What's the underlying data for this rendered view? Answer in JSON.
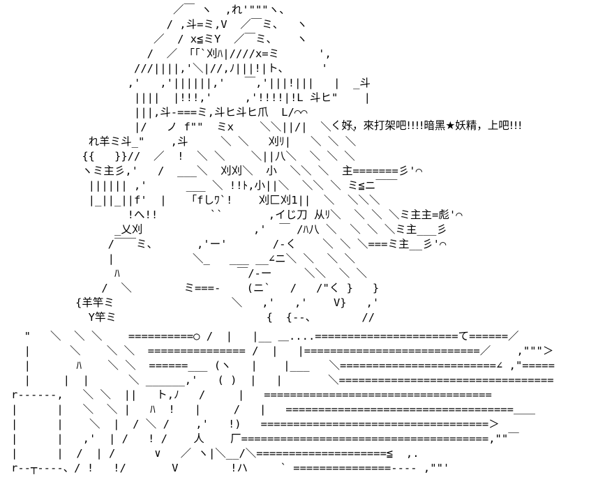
{
  "speech": "く好，來打架吧!!!!暗黑★妖精，上吧!!!",
  "art_lines": [
    "                  ／￣ ヽ  ,れ'\"\"\"ヽ、",
    "                 / ,斗=ミ,V  ／￣ミ、  ヽ",
    "               ／  / x≦ミY  ／￣ミ、   ヽ",
    "              /  ／ 「｢`刈ﾊ|////x=ミ      ',",
    "            ///||||,'＼|//,ﾉ|||!|ト、     '",
    "           ,'   ,'||||||,'   ￣,'|||!|||   |  _斗",
    "            ||||  |!!!,'     ,'!!!!|!L 斗ヒ\"    |",
    "            |||,斗-===ミ,斗ヒ斗ヒ爪  L/⌒⌒",
    "            |/   ノ f\"\"  ミx    ＼＼||/|  ＼  ＼",
    "     れ羊ミ斗_\"    ,斗     ＼ ＼   刈ﾘ|   ＼ ＼ ＼",
    "    {{   }}//  ／  !  ＼ ＼    ＼||八＼  ＼ ＼ ＼",
    "    ヽミ主彡,'   /  ___＼  刈刈＼  小  ＼＼ ＼  主=======彡'⌒",
    "     |||||| ,'      ___ ＼ !!ﾄ,小||＼  ＼＼ ＼ ミ≦ニ￣￣",
    "     |_||_||f'  |   「fしﾜ`!    刈匚刈1||  ＼  ＼＼＼",
    "           !へ!!        ``       ,イじ刀 从ﾘ＼  ＼ ＼ ＼ミ主主=彪'⌒",
    "         _乂刈                 ,'  ￣ /ﾊ八 ＼  ＼ ＼ ＼ミ主___彡",
    "        /￣￣ミ、      ,'ー'       /-く    ＼ ＼ ＼===ミ主__彡'⌒",
    "        |            ＼_   ___ __∠ニ＼ ＼  ＼ ＼",
    "         ﾊ                  ￣/-ー     ＼＼  ＼ ＼",
    "       /  ＼        ミ===-    (ニ`   /   /\"く }   }",
    "   {羊竿ミ                  ＼   ,'   ,'    V}   ,'",
    "     Y竿ミ                       {  {--、       //"
  ],
  "lower_lines": [
    "  \"   ＼  ＼ ＼    ==========○ /  |   |__ ＿....======================て======／",
    "  |      ＼    ＼ ＼  =============== /  |   |===========================／    ,\"\"\"＞",
    "  |       ﾊ    ＼ ＼  ======___ (ヽ   |    |___   ＼========================∠ ,\"=====",
    "  |     |  |      ＼ ______,'   ( )  |   |       ＼=================================",
    "r------,   ＼ ＼  ||   ト,ﾉ   /     |   ===================================",
    "|      |   ＼  ＼ |   ﾊ  !   |     /   |   ===================================＿＿",
    "|      |    ＼  |  / ＼ /    ,'   !)   ===================================＞",
    "|      |   ,'  | /   ! /    人    厂======================================,\"\"￣",
    "|      |  /  | /      ∨   ／ ヽ|＼__/＼====================≦  ,.",
    "r--┬----、/ !   !/       V        !ハ     ` ===============---- ,\"\"'"
  ]
}
